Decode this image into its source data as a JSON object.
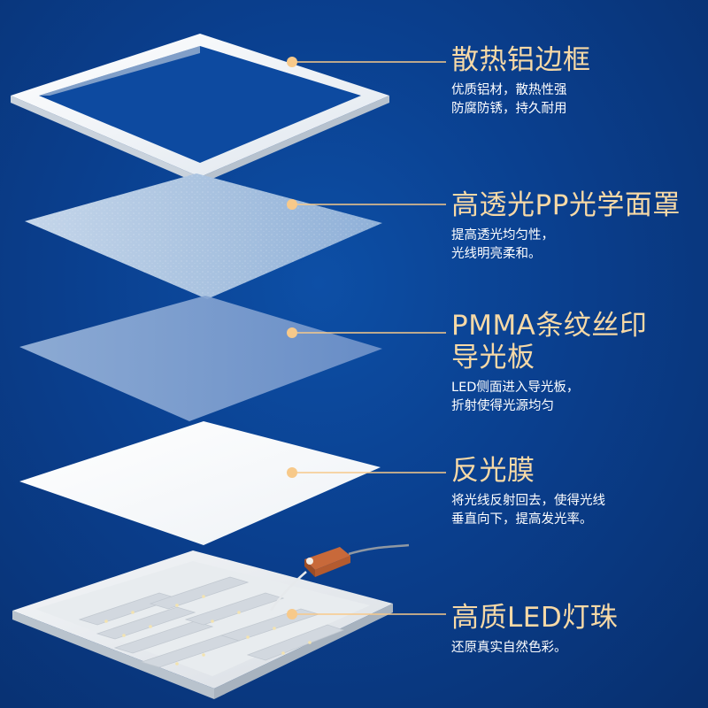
{
  "colors": {
    "background": "#0a3f8e",
    "accent": "#f7c98a",
    "title": "#f7d9a6",
    "text": "#ffffff"
  },
  "layers": [
    {
      "title": "散热铝边框",
      "desc": "优质铝材，散热性强\n防腐防锈，持久耐用"
    },
    {
      "title": "高透光PP光学面罩",
      "desc": "提高透光均匀性，\n光线明亮柔和。"
    },
    {
      "title": "PMMA条纹丝印\n导光板",
      "desc": "LED侧面进入导光板，\n折射使得光源均匀"
    },
    {
      "title": "反光膜",
      "desc": "将光线反射回去，使得光线\n垂直向下，提高发光率。"
    },
    {
      "title": "高质LED灯珠",
      "desc": "还原真实自然色彩。"
    }
  ]
}
